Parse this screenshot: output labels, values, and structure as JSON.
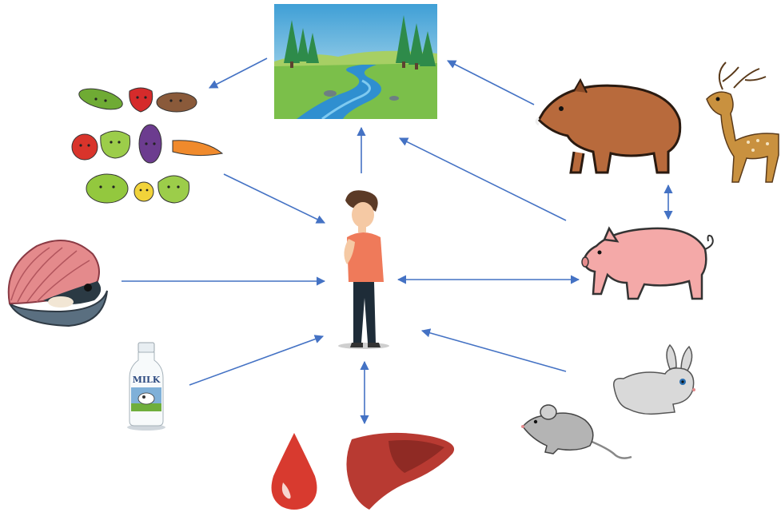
{
  "diagram": {
    "nodes": [
      {
        "id": "landscape",
        "icon": "river-landscape-icon"
      },
      {
        "id": "vegetables",
        "icon": "vegetables-icon"
      },
      {
        "id": "boar",
        "icon": "wild-boar-icon"
      },
      {
        "id": "deer",
        "icon": "deer-icon"
      },
      {
        "id": "shellfish",
        "icon": "shellfish-icon"
      },
      {
        "id": "person",
        "icon": "human-icon"
      },
      {
        "id": "pig",
        "icon": "pig-icon"
      },
      {
        "id": "milk",
        "icon": "milk-bottle-icon"
      },
      {
        "id": "rabbit",
        "icon": "rabbit-icon"
      },
      {
        "id": "mouse",
        "icon": "mouse-icon"
      },
      {
        "id": "blood",
        "icon": "blood-drop-icon"
      },
      {
        "id": "liver",
        "icon": "liver-icon"
      }
    ],
    "edges": [
      {
        "from": "landscape",
        "to": "vegetables",
        "bidirectional": false
      },
      {
        "from": "boar",
        "to": "landscape",
        "bidirectional": false
      },
      {
        "from": "person",
        "to": "landscape",
        "bidirectional": false
      },
      {
        "from": "pig",
        "to": "landscape",
        "bidirectional": false
      },
      {
        "from": "vegetables",
        "to": "person",
        "bidirectional": false
      },
      {
        "from": "shellfish",
        "to": "person",
        "bidirectional": false
      },
      {
        "from": "milk",
        "to": "person",
        "bidirectional": false
      },
      {
        "from": "rabbit",
        "to": "person",
        "bidirectional": false
      },
      {
        "from": "person",
        "to": "pig",
        "bidirectional": true
      },
      {
        "from": "boar",
        "to": "pig",
        "bidirectional": true
      },
      {
        "from": "person",
        "to": "blood",
        "bidirectional": true
      }
    ],
    "colors": {
      "arrow": "#4472c4"
    },
    "milk_label": "MILK"
  }
}
